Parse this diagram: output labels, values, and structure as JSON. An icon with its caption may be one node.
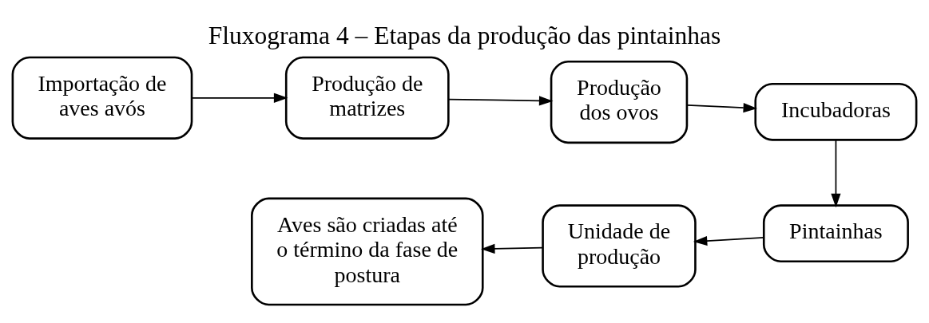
{
  "diagram": {
    "title": "Fluxograma 4 – Etapas da produção das pintainhas",
    "nodes": [
      {
        "text": [
          "Importação de aves avós"
        ]
      },
      {
        "text": [
          "Produção de matrizes"
        ]
      },
      {
        "text": [
          "Produção dos ovos"
        ]
      },
      {
        "text": [
          "Incubadoras"
        ]
      },
      {
        "text": [
          "Pintainhas"
        ]
      },
      {
        "text": [
          "Unidade de produção"
        ]
      },
      {
        "text": [
          "Aves são criadas até o término da fase de postura"
        ]
      }
    ],
    "edges": [
      {
        "from": 0,
        "to": 1,
        "arrow": "to"
      },
      {
        "from": 1,
        "to": 2,
        "arrow": "to"
      },
      {
        "from": 2,
        "to": 3,
        "arrow": "to"
      },
      {
        "from": 3,
        "to": 4,
        "arrow": "to"
      },
      {
        "from": 4,
        "to": 5,
        "arrow": "to"
      },
      {
        "from": 5,
        "to": 6,
        "arrow": "to"
      }
    ]
  }
}
